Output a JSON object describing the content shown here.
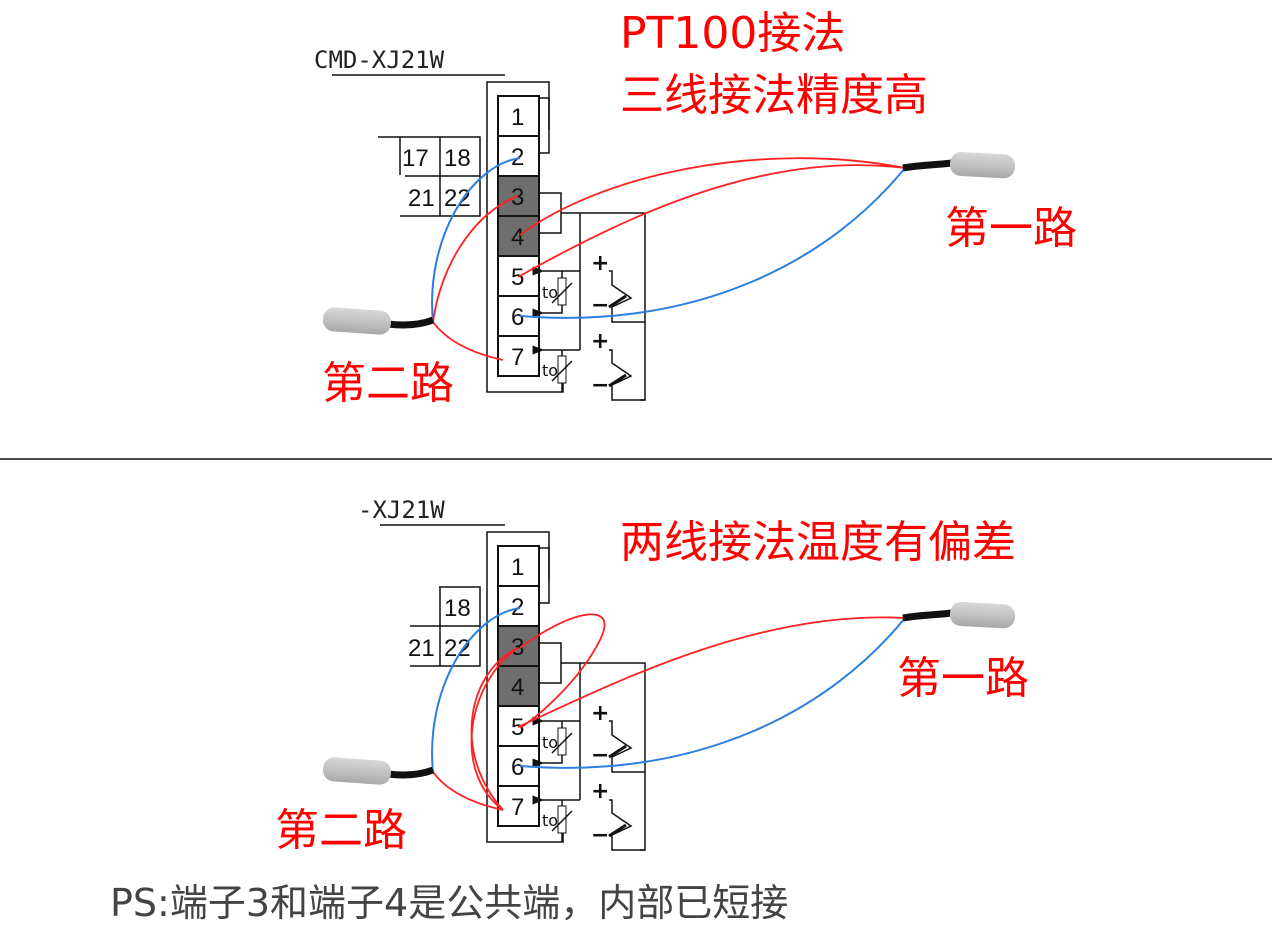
{
  "colors": {
    "label_red": "#ff0000",
    "wire_red": "#ff2020",
    "wire_blue": "#2a7fe0",
    "terminal_dark": "#6e6e6e",
    "note_gray": "#444444"
  },
  "top_diagram": {
    "title_line1": "PT100接法",
    "title_line2": "三线接法精度高",
    "model_label": "CMD-XJ21W",
    "channel1_label": "第一路",
    "channel2_label": "第二路",
    "side_cells": [
      "17",
      "18",
      "21",
      "22"
    ],
    "terminals": [
      "1",
      "2",
      "3",
      "4",
      "5",
      "6",
      "7"
    ],
    "shaded_terminals": [
      "3",
      "4"
    ],
    "sensor_symbol_label": "to",
    "plus": "+",
    "minus": "−"
  },
  "bottom_diagram": {
    "title": "两线接法温度有偏差",
    "model_label": "-XJ21W",
    "channel1_label": "第一路",
    "channel2_label": "第二路",
    "side_cells": [
      "18",
      "21",
      "22"
    ],
    "terminals": [
      "1",
      "2",
      "3",
      "4",
      "5",
      "6",
      "7"
    ],
    "shaded_terminals": [
      "3",
      "4"
    ],
    "sensor_symbol_label": "to",
    "plus": "+",
    "minus": "−"
  },
  "note": "PS:端子3和端子4是公共端，内部已短接"
}
